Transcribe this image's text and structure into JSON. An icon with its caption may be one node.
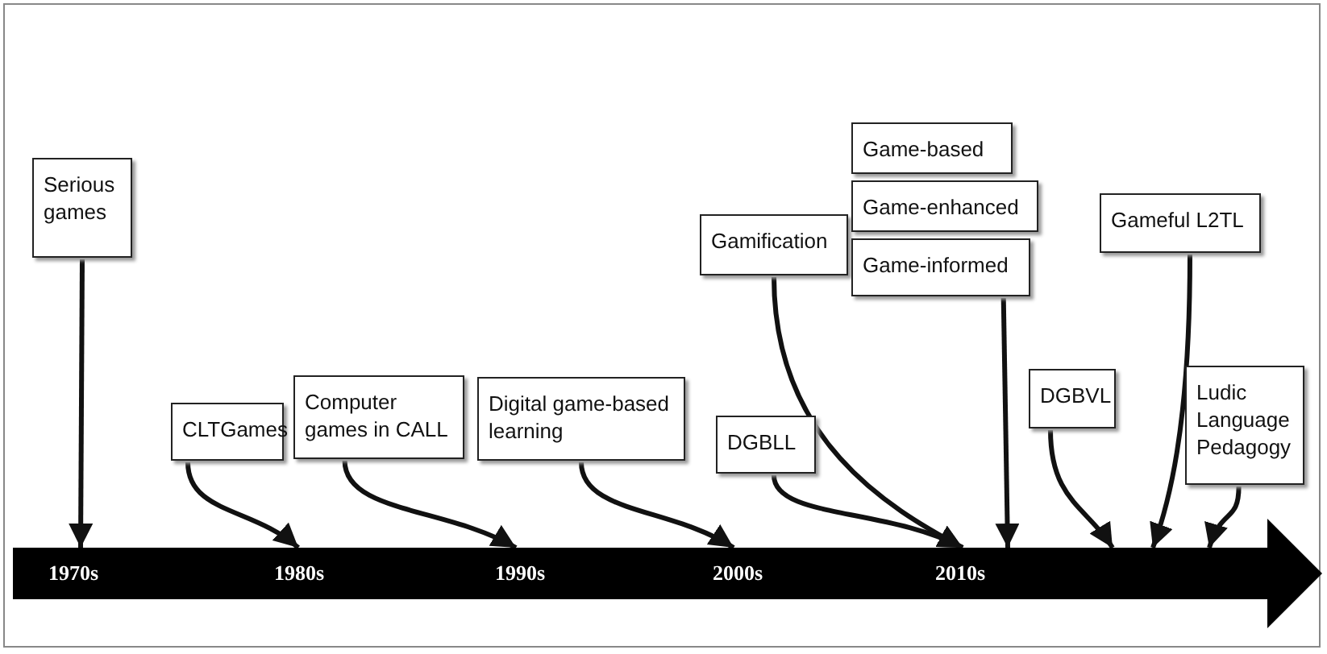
{
  "diagram": {
    "nodes": [
      {
        "text": [
          "Serious games"
        ]
      },
      {
        "text": [
          "CLTGames"
        ]
      },
      {
        "text": [
          "Computer games in CALL"
        ]
      },
      {
        "text": [
          "Digital game-based learning"
        ]
      },
      {
        "text": [
          "DGBLL"
        ]
      },
      {
        "text": [
          "Gamification"
        ]
      },
      {
        "text": [
          "Game-based"
        ]
      },
      {
        "text": [
          "Game-enhanced"
        ]
      },
      {
        "text": [
          "Game-informed"
        ]
      },
      {
        "text": [
          "DGBVL"
        ]
      },
      {
        "text": [
          "Gameful L2TL"
        ]
      },
      {
        "text": [
          "Ludic Language Pedagogy"
        ]
      },
      {
        "text": [],
        "shape": "arrow"
      }
    ],
    "edges": [
      {
        "from": 0,
        "to": 12,
        "arrow": "to"
      },
      {
        "from": 1,
        "to": 12,
        "arrow": "to"
      },
      {
        "from": 2,
        "to": 12,
        "arrow": "to"
      },
      {
        "from": 3,
        "to": 12,
        "arrow": "to"
      },
      {
        "from": 4,
        "to": 12,
        "arrow": "to"
      },
      {
        "from": 5,
        "to": 12,
        "arrow": "to"
      },
      {
        "from": 8,
        "to": 12,
        "arrow": "to"
      },
      {
        "from": 9,
        "to": 12,
        "arrow": "to"
      },
      {
        "from": 10,
        "to": 12,
        "arrow": "to"
      },
      {
        "from": 11,
        "to": 12,
        "arrow": "to"
      }
    ],
    "labels": [
      "1970s",
      "1980s",
      "1990s",
      "2000s",
      "2010s"
    ]
  }
}
